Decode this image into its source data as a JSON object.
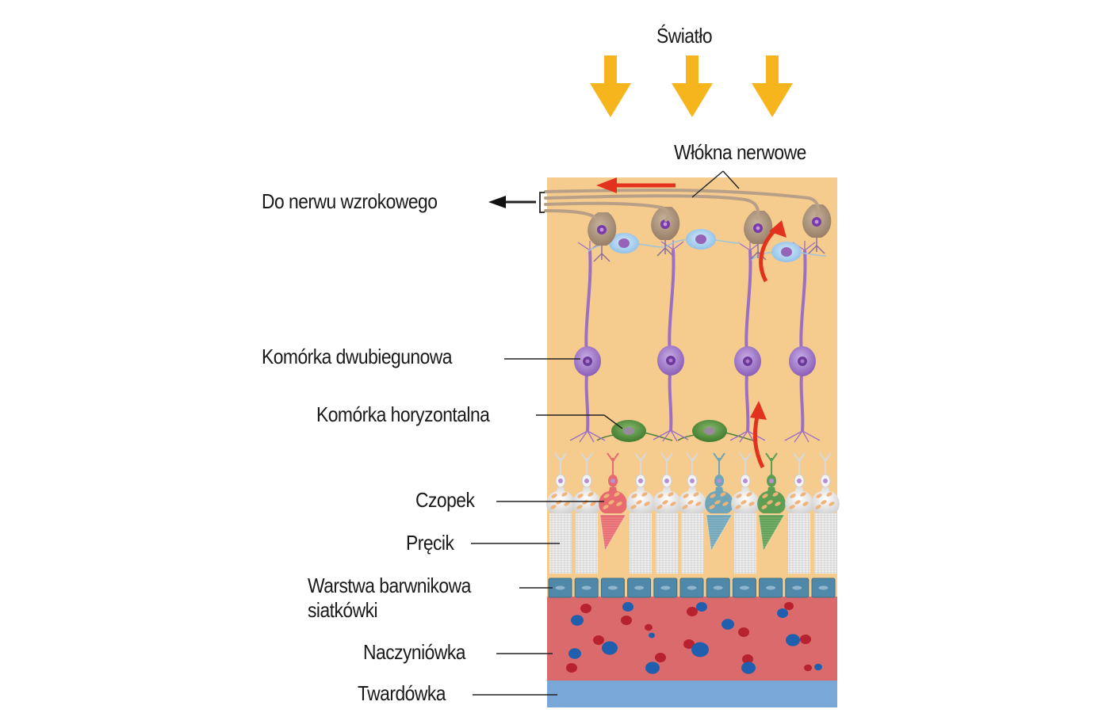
{
  "title": "Budowa siatkówki oka",
  "light_label": "Światło",
  "labels": {
    "nerve_fibers": "Włókna nerwowe",
    "optic_nerve": "Do nerwu wzrokowego",
    "bipolar_cell": "Komórka dwubiegunowa",
    "horizontal_cell": "Komórka horyzontalna",
    "cone": "Czopek",
    "rod": "Pręcik",
    "rpe_line1": "Warstwa barwnikowa",
    "rpe_line2": "siatkówki",
    "choroid": "Naczyniówka",
    "sclera": "Twardówka"
  },
  "colors": {
    "light_arrow": "#f7b51d",
    "retina_bg": "#f6cc8e",
    "signal_arrow": "#e2321d",
    "ganglion": "#a89078",
    "amacrine": "#9cc8ea",
    "bipolar": "#9b6fc4",
    "horizontal": "#5f9a40",
    "rod": "#eeeeee",
    "cone_red": "#e66a6e",
    "cone_blue": "#6ea5b8",
    "cone_green": "#5e9e52",
    "rpe": "#4f88a8",
    "choroid": "#db6a6c",
    "blood_red": "#b8222e",
    "blood_blue": "#1f5fae",
    "sclera": "#79a8d8"
  },
  "photoreceptors": [
    "rod",
    "rod",
    "cone_red",
    "rod",
    "rod",
    "rod",
    "cone_blue",
    "rod",
    "cone_green",
    "rod",
    "rod"
  ]
}
